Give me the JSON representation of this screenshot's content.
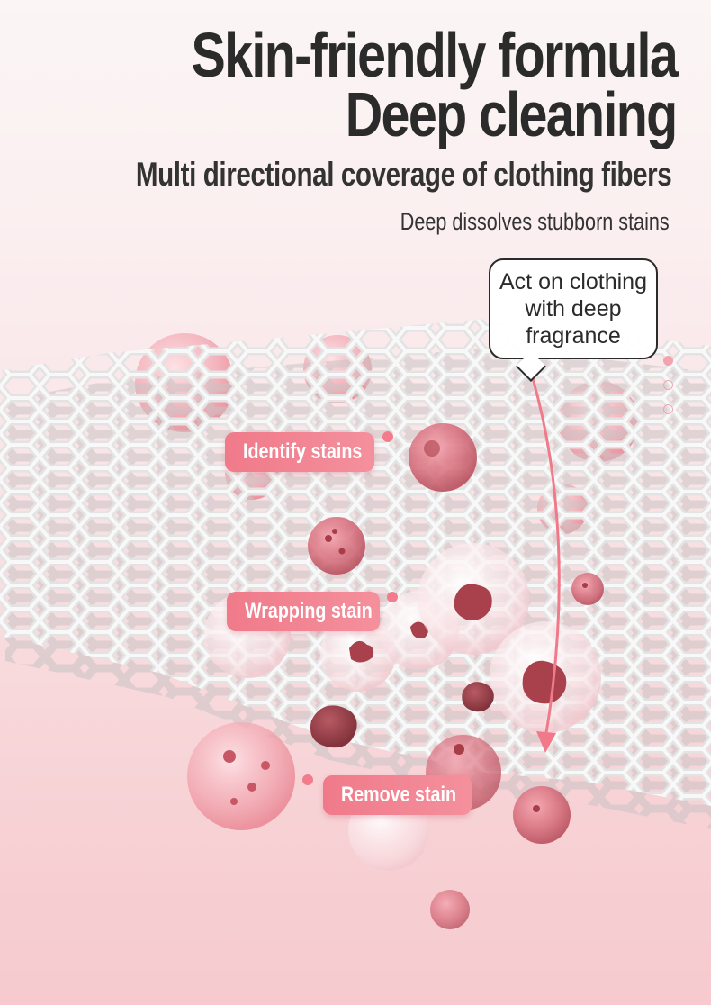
{
  "headline": {
    "line1": "Skin-friendly formula",
    "line2": "Deep cleaning",
    "subtitle": "Multi directional coverage of clothing fibers",
    "tagline": "Deep dissolves stubborn stains"
  },
  "callout": {
    "text": "Act on clothing with deep fragrance"
  },
  "labels": {
    "identify": "Identify stains",
    "wrapping": "Wrapping stain",
    "remove": "Remove stain"
  },
  "colors": {
    "accent": "#f07a8a",
    "heading": "#2b2b2b",
    "background_top": "#fbf5f5",
    "background_bottom": "#f6cace",
    "stain": "#a83d4a",
    "fiber": "#e9e9e9"
  },
  "icons": {
    "callout_arrow": "curved-arrow-down-icon",
    "progress_dots": "dots-indicator-icon"
  }
}
